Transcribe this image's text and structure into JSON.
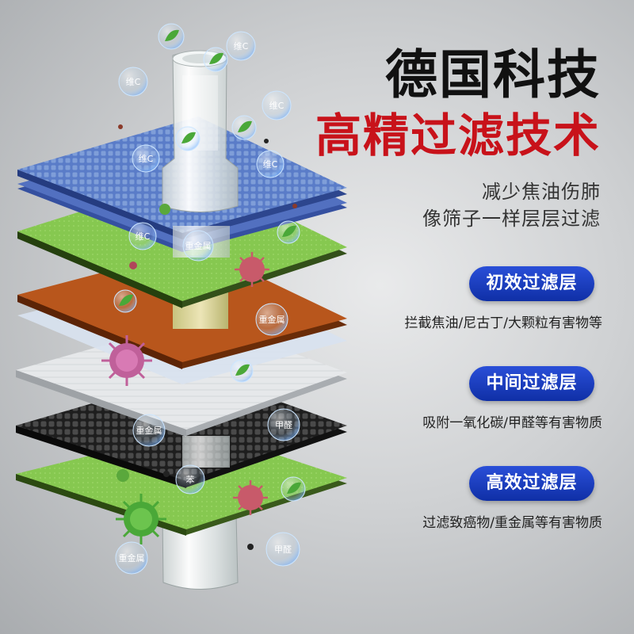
{
  "headline": {
    "line1": "德国科技",
    "line2": "高精过滤技术"
  },
  "subtitle": {
    "line1": "减少焦油伤肺",
    "line2": "像筛子一样层层过滤"
  },
  "layers": [
    {
      "label": "初效过滤层",
      "desc": "拦截焦油/尼古丁/大颗粒有害物等"
    },
    {
      "label": "中间过滤层",
      "desc": "吸附一氧化碳/甲醛等有害物质"
    },
    {
      "label": "高效过滤层",
      "desc": "过滤致癌物/重金属等有害物质"
    }
  ],
  "bubbles": {
    "vitc": "维C",
    "heavy_metal": "重金属",
    "formaldehyde": "甲醛",
    "benzene": "苯"
  },
  "colors": {
    "title_red": "#c8121a",
    "pill_blue": "#1a3cc4",
    "layer_blue": "#4a6fc0",
    "layer_green": "#7fc44a",
    "layer_orange": "#b8561c",
    "layer_white": "#e2e4e6",
    "layer_black": "#2a2a2a"
  },
  "icons": [
    "leaf-icon",
    "virus-icon",
    "bubble-icon"
  ]
}
